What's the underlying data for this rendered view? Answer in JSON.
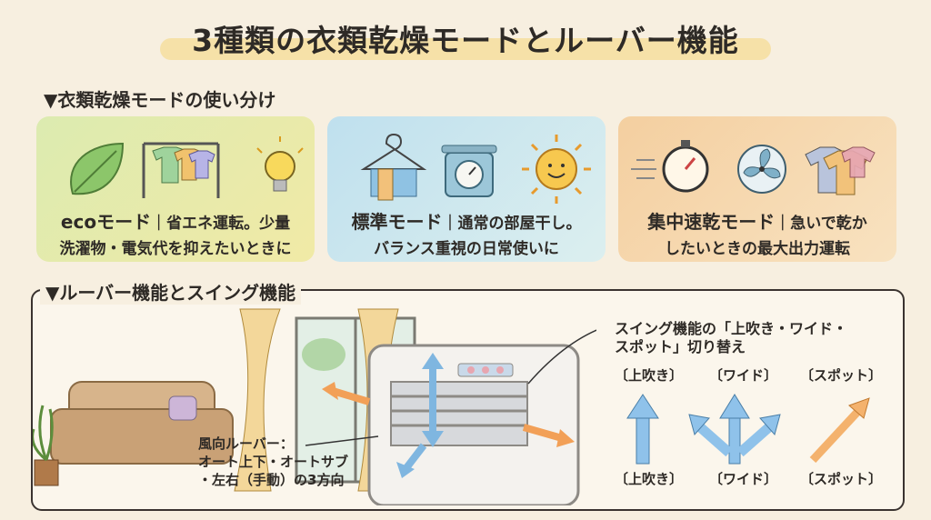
{
  "title": "3種類の衣類乾燥モードとルーバー機能",
  "section1": {
    "heading": "▼衣類乾燥モードの使い分け"
  },
  "modes": [
    {
      "name": "ecoモード",
      "line1_rest": "｜省エネ運転。少量",
      "line2": "洗濯物・電気代を抑えたいときに"
    },
    {
      "name": "標準モード",
      "line1_rest": "｜通常の部屋干し。",
      "line2": "バランス重視の日常使いに"
    },
    {
      "name": "集中速乾モード",
      "line1_rest": "｜急いで乾か",
      "line2": "したいときの最大出力運転"
    }
  ],
  "section2": {
    "heading": "▼ルーバー機能とスイング機能"
  },
  "louver": {
    "line1": "風向ルーバー：",
    "line2": "オート上下・オートサブ",
    "line3": "・左右（手動）の3方向"
  },
  "swing": {
    "line1": "スイング機能の「上吹き・ワイド・",
    "line2": "スポット」切り替え",
    "options": [
      "〔上吹き〕",
      "〔ワイド〕",
      "〔スポット〕"
    ],
    "bottom_labels": [
      "〔上吹き〕",
      "〔ワイド〕",
      "〔スポット〕"
    ]
  },
  "colors": {
    "eco": "#dcebb0",
    "standard": "#bfe0ee",
    "rapid": "#f4cfa0",
    "highlight": "#f6dc96",
    "arrow_blue": "#7fb6e0",
    "arrow_orange": "#f2a057"
  }
}
